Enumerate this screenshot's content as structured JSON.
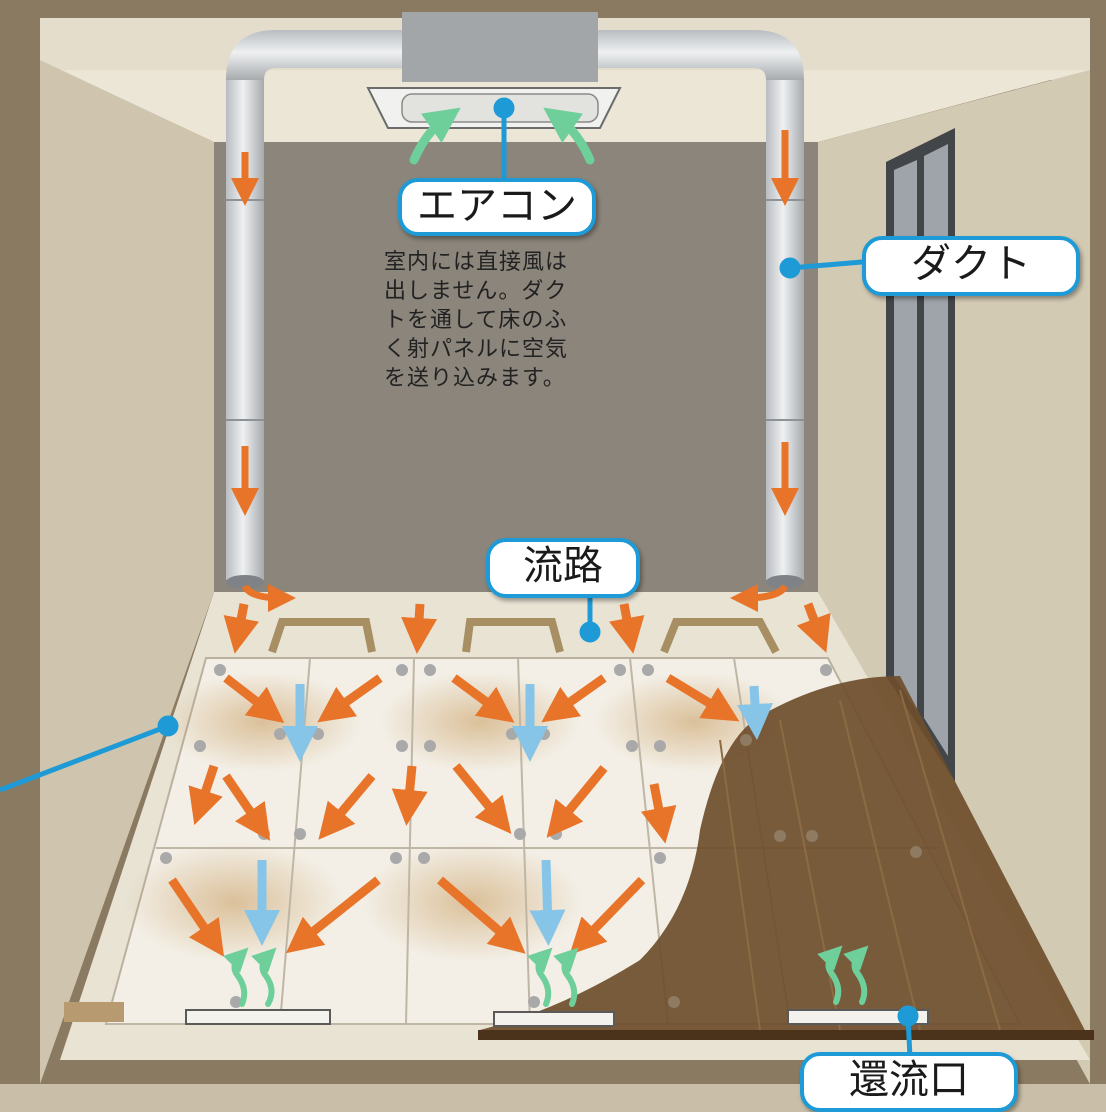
{
  "labels": {
    "aircon": "エアコン",
    "duct": "ダクト",
    "flow_path": "流路",
    "return_vent": "還流口"
  },
  "description": [
    "室内には直接風は",
    "出しません。ダク",
    "トを通して床のふ",
    "く射パネルに空気",
    "を送り込みます。"
  ],
  "colors": {
    "callout": "#1e9bd7",
    "airflow": "#e8742a",
    "cool_air": "#86c5e8",
    "rising_air": "#6fcf9a",
    "floorboard": "#6e4e2c",
    "back_wall": "#8b857b"
  }
}
